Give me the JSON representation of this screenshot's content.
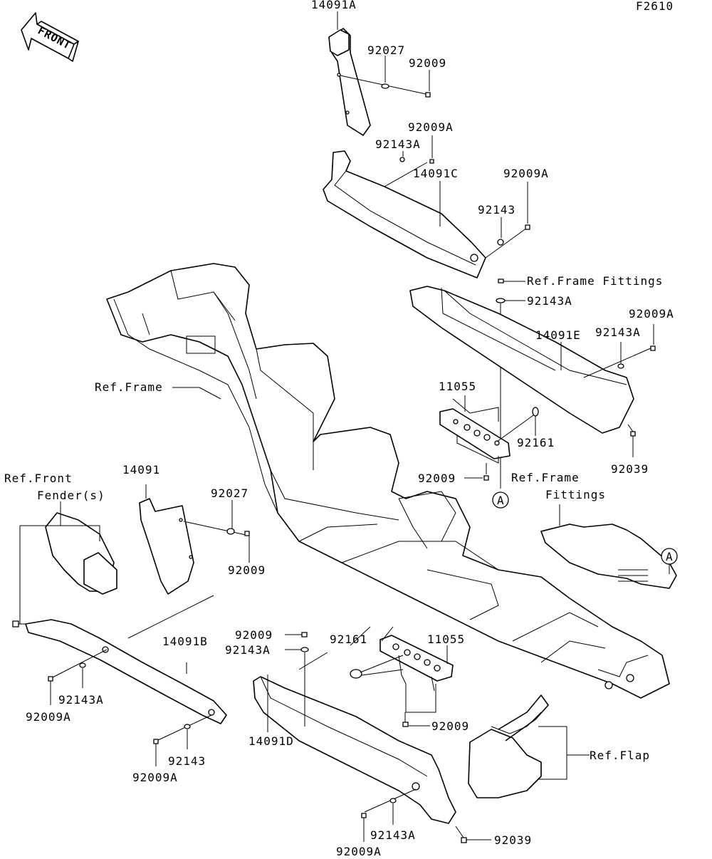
{
  "diagram_code": "F2610",
  "front_arrow_text": "FRONT",
  "labels": {
    "p14091A": "14091A",
    "p92027_top": "92027",
    "p92009_top": "92009",
    "p92009A_1": "92009A",
    "p92143A_1": "92143A",
    "p14091C": "14091C",
    "p92009A_2": "92009A",
    "p92143_top": "92143",
    "ref_frame_fittings_1": "Ref.Frame Fittings",
    "p92143A_2": "92143A",
    "p92009A_3": "92009A",
    "p92143A_3": "92143A",
    "p14091E": "14091E",
    "ref_frame": "Ref.Frame",
    "p11055_top": "11055",
    "p92161_top": "92161",
    "p92039_top": "92039",
    "p92009_mid": "92009",
    "ref_frame_fittings_2a": "Ref.Frame",
    "ref_frame_fittings_2b": "Fittings",
    "callout_A1": "A",
    "callout_A2": "A",
    "ref_front_fender_a": "Ref.Front",
    "ref_front_fender_b": "Fender(s)",
    "p14091": "14091",
    "p92027_mid": "92027",
    "p92009_left": "92009",
    "p14091B": "14091B",
    "p92009_low": "92009",
    "p92143A_low": "92143A",
    "p92161_low": "92161",
    "p11055_low": "11055",
    "p92143A_left": "92143A",
    "p92009A_left": "92009A",
    "p92143_low": "92143",
    "p92009A_low": "92009A",
    "p14091D": "14091D",
    "p92009_bottom": "92009",
    "ref_flap": "Ref.Flap",
    "p92143A_bottom": "92143A",
    "p92039_bottom": "92039",
    "p92009A_bottom": "92009A"
  }
}
